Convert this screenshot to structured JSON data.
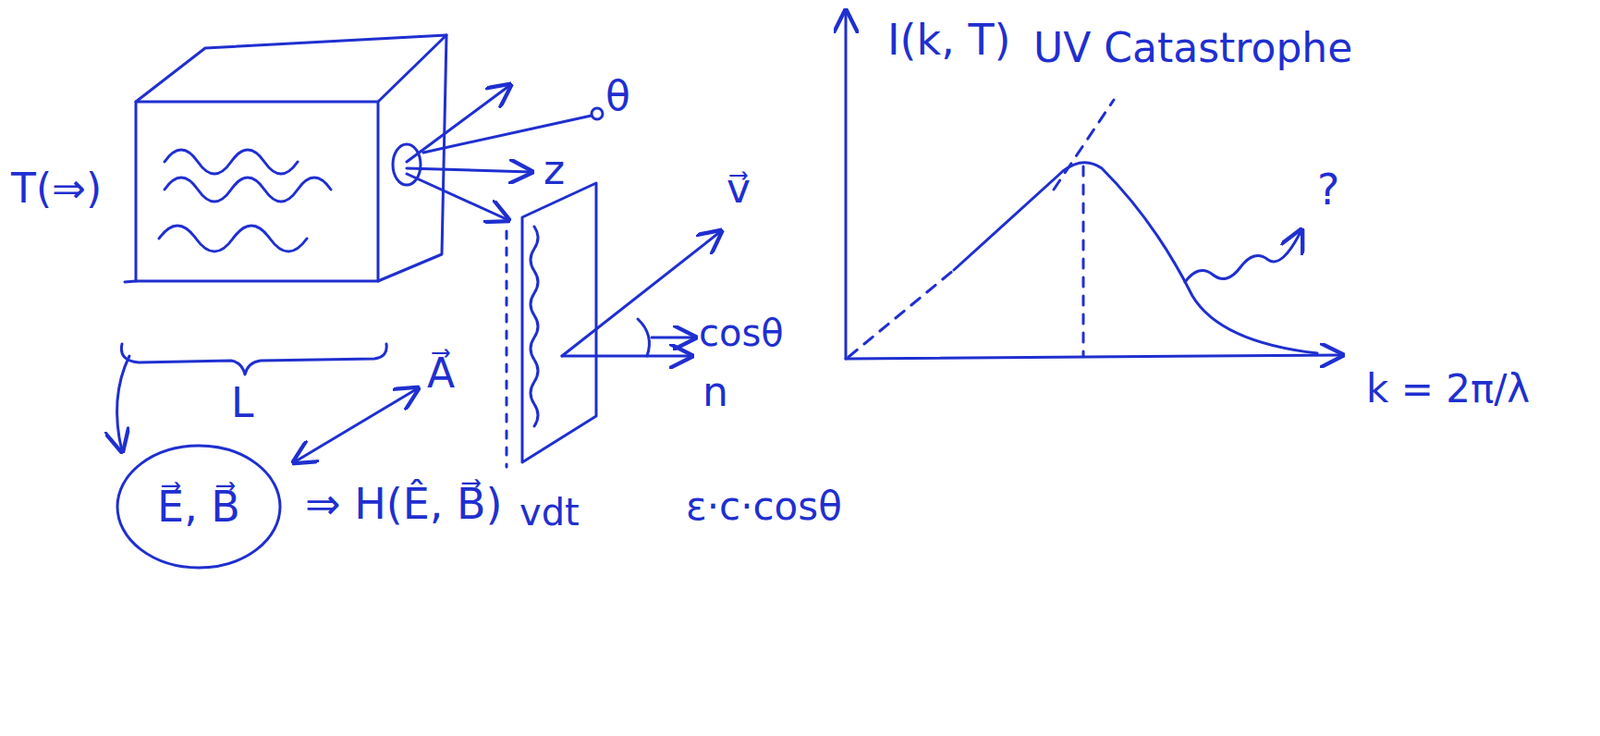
{
  "diagram": {
    "nodes": [
      {
        "text": [
          "E⃗, B⃗"
        ]
      }
    ],
    "labels": [
      "T(⇒)",
      "θ",
      "z",
      "L",
      "v⃗",
      "cosθ",
      "n",
      "A⃗",
      "vdt",
      "ε·c·cosθ",
      "⇒ H(Ê, B⃗)",
      "I(k, T)",
      "UV Catastrophe",
      "?",
      "k = 2π/λ"
    ]
  }
}
